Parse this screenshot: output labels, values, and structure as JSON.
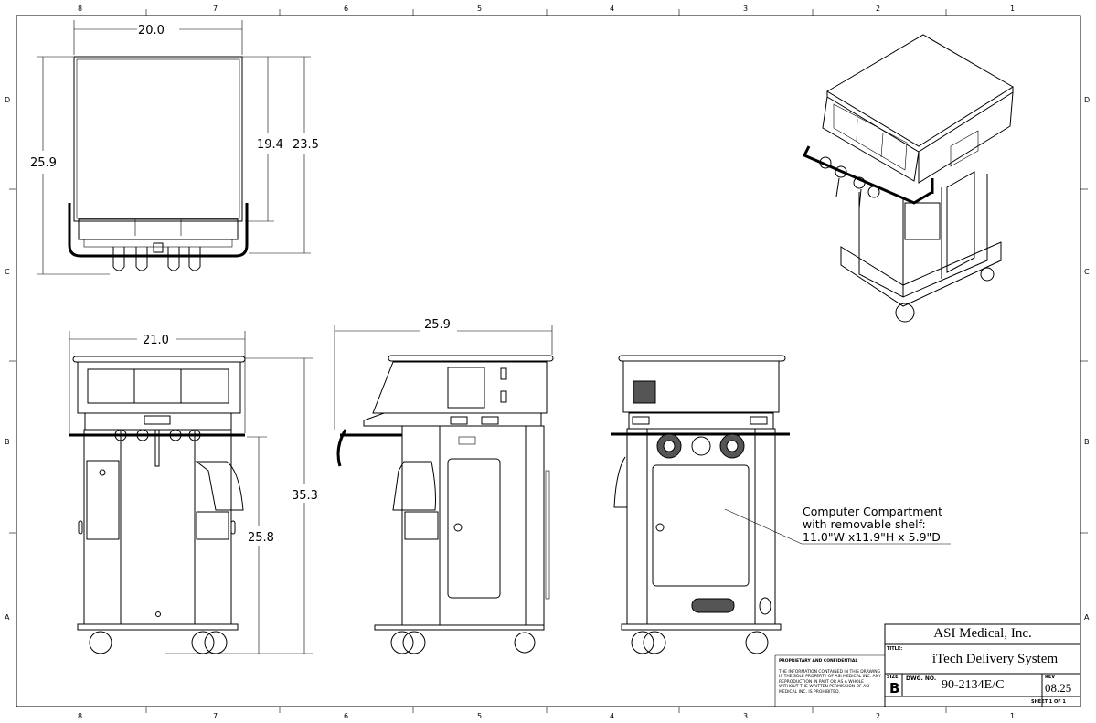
{
  "zones": {
    "columns": [
      "8",
      "7",
      "6",
      "5",
      "4",
      "3",
      "2",
      "1"
    ],
    "rows": [
      "D",
      "C",
      "B",
      "A"
    ]
  },
  "dimensions": {
    "top_width": "20.0",
    "top_depth": "25.9",
    "top_inner": "19.4",
    "top_overall": "23.5",
    "front_width": "21.0",
    "front_height": "35.3",
    "handle_height": "25.8",
    "side_depth": "25.9"
  },
  "annotation": {
    "line1": "Computer Compartment",
    "line2": "with removable shelf:",
    "line3": "11.0\"W x11.9\"H x 5.9\"D"
  },
  "proprietary": {
    "heading": "PROPRIETARY AND CONFIDENTIAL",
    "body": "THE INFORMATION CONTAINED IN THIS DRAWING IS THE SOLE PROPERTY OF ASI MEDICAL INC. ANY REPRODUCTION IN PART OR AS A WHOLE WITHOUT THE WRITTEN PERMISSION OF ASI MEDICAL INC. IS PROHIBITED."
  },
  "title_block": {
    "company": "ASI Medical, Inc.",
    "title_label": "TITLE:",
    "title": "iTech Delivery System",
    "size_label": "SIZE",
    "size": "B",
    "dwg_label": "DWG. NO.",
    "dwg_no": "90-2134E/C",
    "rev_label": "REV",
    "rev": "08.25",
    "sheet": "SHEET 1 OF 1"
  }
}
